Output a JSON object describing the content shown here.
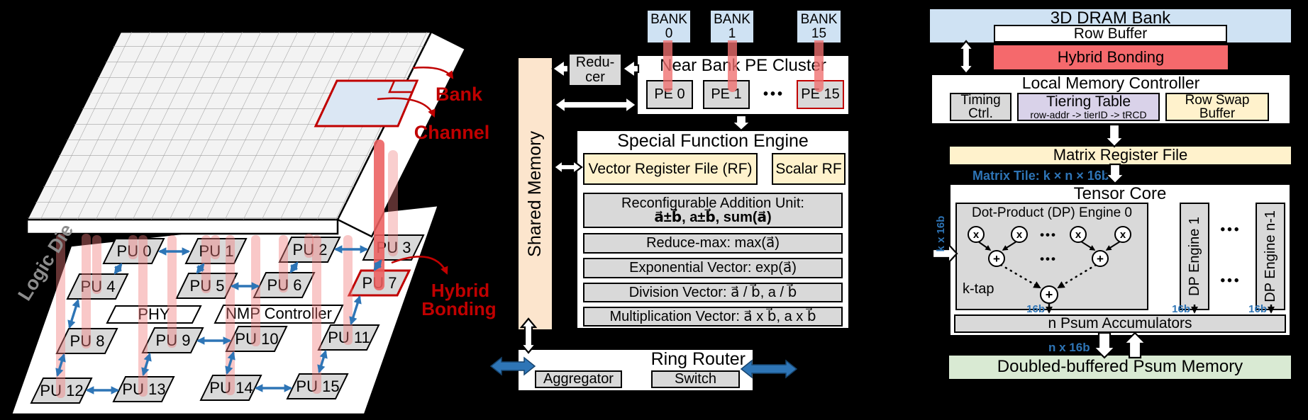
{
  "figure": {
    "background": "#000000"
  },
  "colors": {
    "light_blue": "#cfe2f3",
    "salmon_red": "#f5696c",
    "peach": "#fce5cd",
    "light_yellow": "#fff2cc",
    "light_purple": "#d9d2e9",
    "light_green": "#d9ead3",
    "box_gray": "#d9d9d9",
    "arrow_blue": "#2e75b6",
    "text_blue": "#2e74b5",
    "annotation_red": "#c00000",
    "pink_bond": "#f07d7d"
  },
  "panel_a": {
    "die_label": "Logic Die",
    "bank_label": "Bank",
    "channel_label": "Channel",
    "hybrid_label_line1": "Hybrid",
    "hybrid_label_line2": "Bonding",
    "phy": "PHY",
    "nmp": "NMP Controller",
    "pus": [
      "PU 0",
      "PU 1",
      "PU 2",
      "PU 3",
      "PU 4",
      "PU 5",
      "PU 6",
      "PU 7",
      "PU 8",
      "PU 9",
      "PU 10",
      "PU 11",
      "PU 12",
      "PU 13",
      "PU 14",
      "PU 15"
    ]
  },
  "panel_b": {
    "banks": [
      {
        "word": "BANK",
        "num": "0"
      },
      {
        "word": "BANK",
        "num": "1"
      },
      {
        "word": "BANK",
        "num": "15"
      }
    ],
    "cluster_title": "Near Bank PE Cluster",
    "pes": [
      "PE 0",
      "PE 1",
      "PE 15"
    ],
    "dots": "•••",
    "reducer_line1": "Redu-",
    "reducer_line2": "cer",
    "shared_memory": "Shared Memory",
    "sfe_title": "Special Function Engine",
    "vector_rf": "Vector Register File (RF)",
    "scalar_rf": "Scalar RF",
    "fn_rows": [
      {
        "line1": "Reconfigurable Addition Unit:",
        "line2": "a⃗±b⃗, a±b⃗, sum(a⃗)"
      },
      {
        "line1": "Reduce-max: max(a⃗)"
      },
      {
        "line1": "Exponential Vector: exp(a⃗)"
      },
      {
        "line1": "Division Vector: a⃗ / b⃗, a / b⃗"
      },
      {
        "line1": "Multiplication Vector: a⃗ x b⃗, a x b⃗"
      }
    ],
    "ring_router": "Ring Router",
    "aggregator": "Aggregator",
    "switch": "Switch"
  },
  "panel_c": {
    "dram_bank": "3D DRAM Bank",
    "row_buffer": "Row Buffer",
    "hybrid_bonding": "Hybrid Bonding",
    "lmc_title": "Local Memory Controller",
    "timing_line1": "Timing",
    "timing_line2": "Ctrl.",
    "tiering_line1": "Tiering Table",
    "tiering_line2": "row-addr -> tierID -> tRCD",
    "rowswap_line1": "Row Swap",
    "rowswap_line2": "Buffer",
    "matrix_rf": "Matrix Register File",
    "matrix_tile": "Matrix Tile: k × n × 16b",
    "tensor_core": "Tensor Core",
    "dp0_title": "Dot-Product (DP) Engine 0",
    "k_tap": "k-tap",
    "dp1": "DP Engine 1",
    "dpn": "DP Engine n-1",
    "dots": "•••",
    "k16": "k x 16b",
    "bit16": "16b",
    "n16": "n x 16b",
    "psum_acc": "n Psum Accumulators",
    "psum_mem": "Doubled-buffered Psum Memory",
    "op_mul": "x",
    "op_add": "+"
  }
}
